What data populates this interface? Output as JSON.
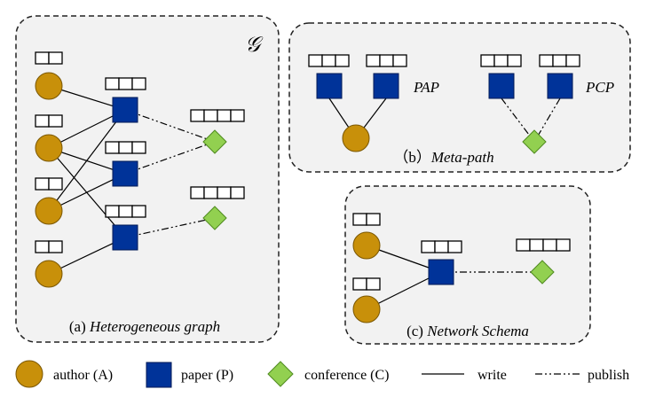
{
  "panels": {
    "a": {
      "prefix": "(a) ",
      "name": "Heterogeneous graph",
      "symbol": "𝒢"
    },
    "b": {
      "prefix": "（b）",
      "name": "Meta-path",
      "metapath_left": "PAP",
      "metapath_right": "PCP"
    },
    "c": {
      "prefix": "(c) ",
      "name": "Network Schema"
    }
  },
  "legend": {
    "author": "author (A)",
    "paper": "paper (P)",
    "conference": "conference (C)",
    "write": "write",
    "publish": "publish"
  },
  "colors": {
    "author": "#c8900a",
    "paper": "#003399",
    "conference": "#92d050"
  }
}
